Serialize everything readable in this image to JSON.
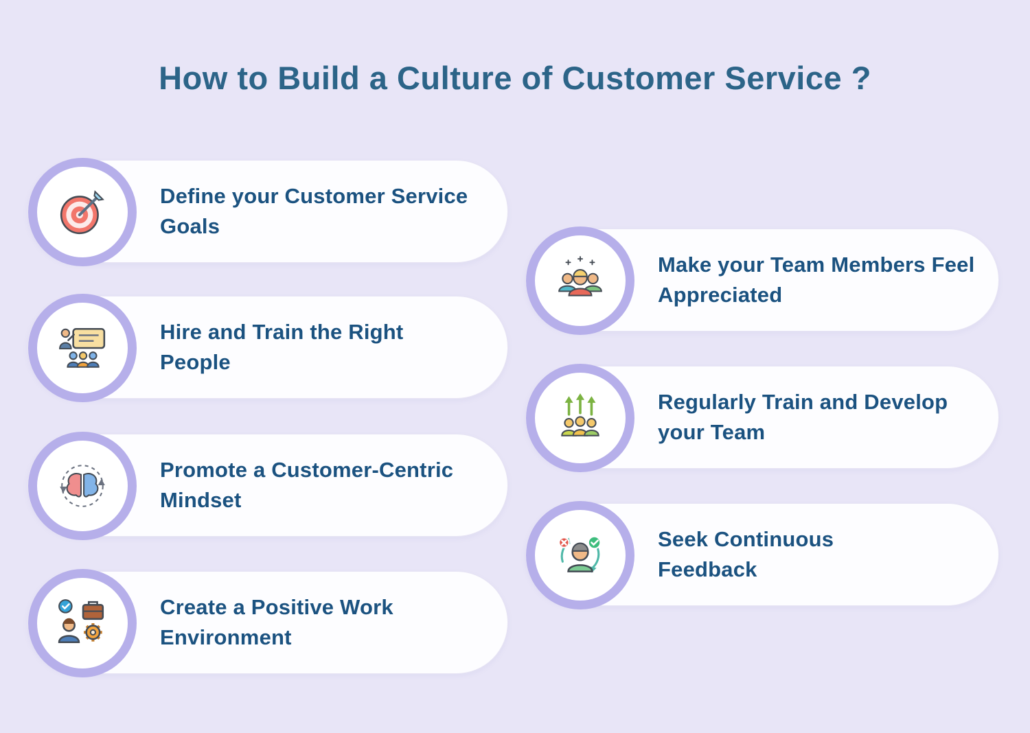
{
  "title": "How to Build a Culture of Customer Service ?",
  "colors": {
    "background": "#E8E5F7",
    "card_background": "#FDFDFF",
    "icon_ring": "#B6AFEA",
    "title_text": "#2C6488",
    "item_text": "#1B5280"
  },
  "items": [
    {
      "label": "Define your Customer Service Goals",
      "icon": "target-icon",
      "column": "left"
    },
    {
      "label": " Hire and Train the Right People",
      "icon": "presentation-training-icon",
      "column": "left"
    },
    {
      "label": " Promote a Customer-Centric Mindset",
      "icon": "brain-cycle-icon",
      "column": "left"
    },
    {
      "label": " Create a Positive Work Environment",
      "icon": "worker-briefcase-gear-icon",
      "column": "left"
    },
    {
      "label": "Make your Team Members Feel Appreciated",
      "icon": "team-celebration-icon",
      "column": "right"
    },
    {
      "label": "Regularly Train and Develop your Team",
      "icon": "growth-arrows-icon",
      "column": "right"
    },
    {
      "label": " Seek Continuous Feedback",
      "icon": "feedback-person-icon",
      "column": "right"
    }
  ]
}
